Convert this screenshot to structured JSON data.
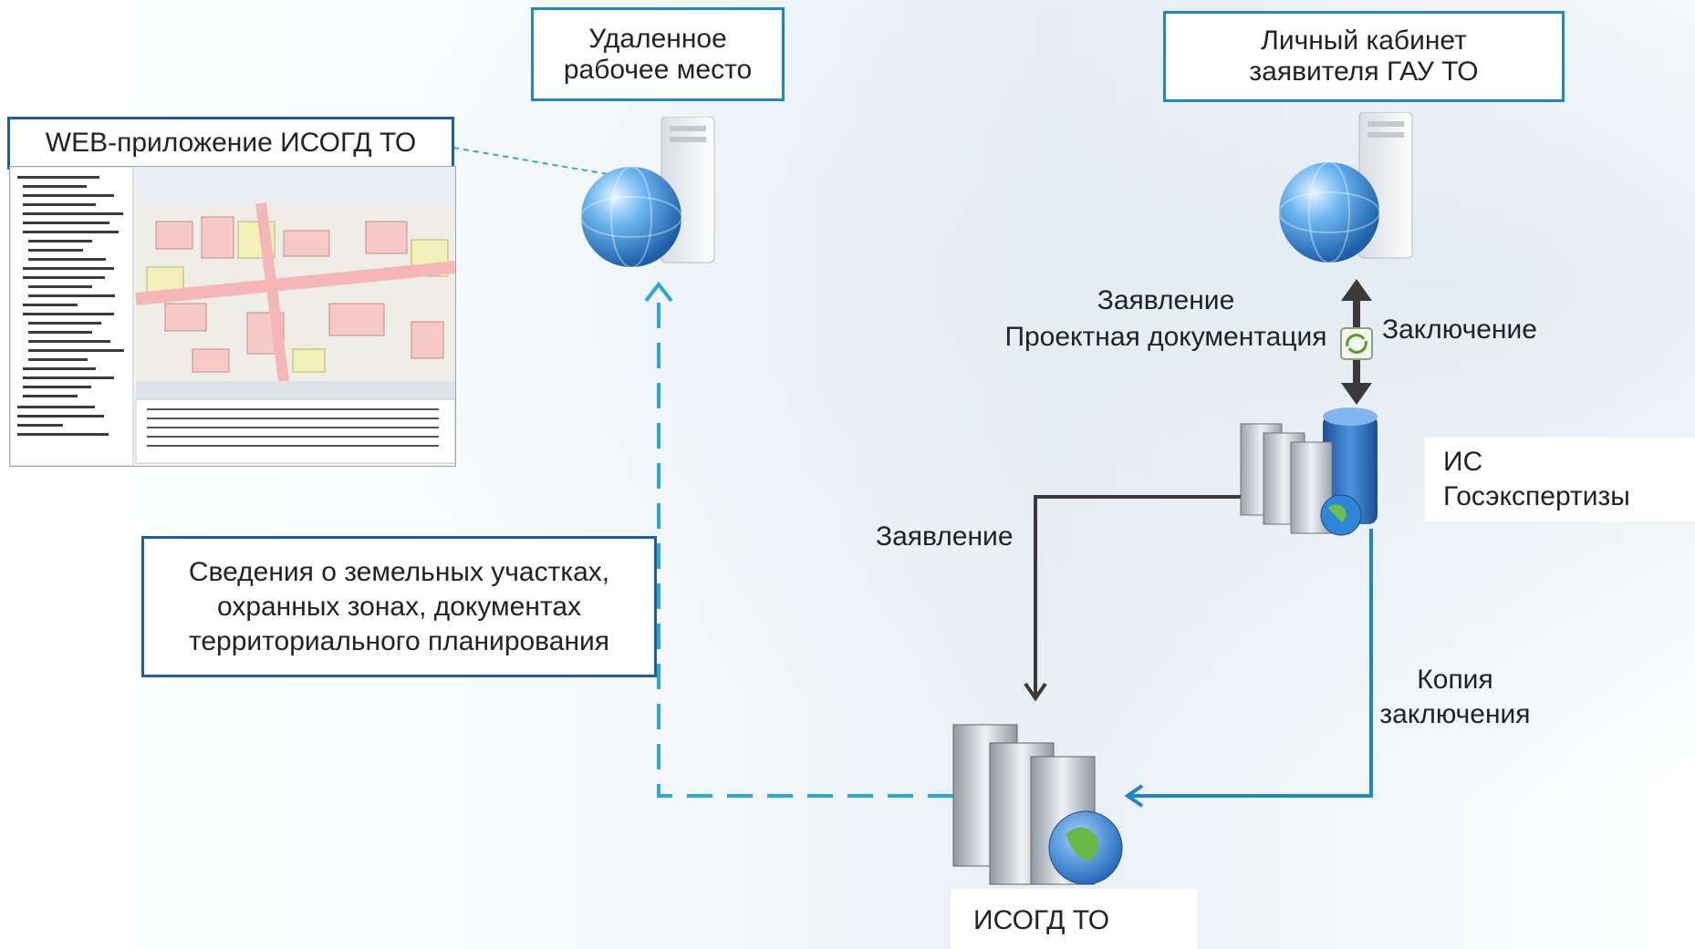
{
  "nodes": {
    "remote_workplace": "Удаленное\nрабочее место",
    "personal_cabinet": "Личный кабинет\nзаявителя ГАУ ТО",
    "web_app": "WEB-приложение ИСОГД ТО",
    "info_box": "Сведения о земельных участках,\nохранных зонах, документах\nтерриториального планирования",
    "is_expertise": "ИС\nГосэкспертизы",
    "isogd": "ИСОГД ТО"
  },
  "edges": {
    "application_project": "Заявление\nПроектная документация",
    "conclusion": "Заключение",
    "application": "Заявление",
    "copy_conclusion": "Копия\nзаключения"
  },
  "colors": {
    "accent": "#1f86c8",
    "dark_arrow": "#3a3a3a",
    "dashed": "#2aa7df"
  }
}
